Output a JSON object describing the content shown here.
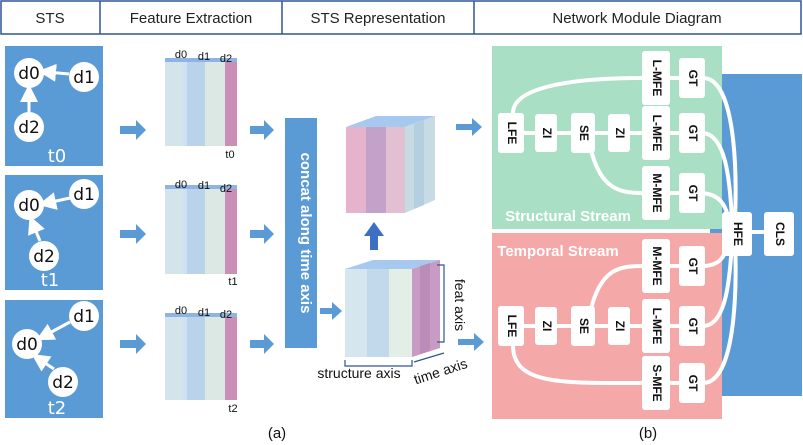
{
  "headers": {
    "sts": "STS",
    "feature_extraction": "Feature Extraction",
    "sts_representation": "STS Representation",
    "network_module": "Network Module Diagram"
  },
  "sts_panels": [
    {
      "n0": "d0",
      "n1": "d1",
      "n2": "d2",
      "time": "t0"
    },
    {
      "n0": "d0",
      "n1": "d1",
      "n2": "d2",
      "time": "t1"
    },
    {
      "n0": "d0",
      "n1": "d1",
      "n2": "d2",
      "time": "t2"
    }
  ],
  "feature_blocks": [
    {
      "c0": "d0",
      "c1": "d1",
      "c2": "d2",
      "time": "t0"
    },
    {
      "c0": "d0",
      "c1": "d1",
      "c2": "d2",
      "time": "t1"
    },
    {
      "c0": "d0",
      "c1": "d1",
      "c2": "d2",
      "time": "t2"
    }
  ],
  "concat_label": "concat along time axis",
  "axes": {
    "feat": "feat axis",
    "structure": "structure axis",
    "time": "time axis"
  },
  "streams": {
    "structural": "Structural Stream",
    "temporal": "Temporal Stream"
  },
  "modules": {
    "structural": {
      "lfe": "LFE",
      "zi1": "ZI",
      "se": "SE",
      "zi2": "ZI",
      "top_mfe": "L-MFE",
      "mid_mfe": "L-MFE",
      "bot_mfe": "M-MFE",
      "gt": "GT"
    },
    "temporal": {
      "lfe": "LFE",
      "zi1": "ZI",
      "se": "SE",
      "zi2": "ZI",
      "top_mfe": "M-MFE",
      "mid_mfe": "L-MFE",
      "bot_mfe": "S-MFE",
      "gt": "GT"
    },
    "hfe": "HFE",
    "cls": "CLS"
  },
  "captions": {
    "a": "(a)",
    "b": "(b)"
  },
  "colors": {
    "blue": "#5b9bd5",
    "green": "#a9dfc4",
    "pink": "#f4a9a8"
  }
}
